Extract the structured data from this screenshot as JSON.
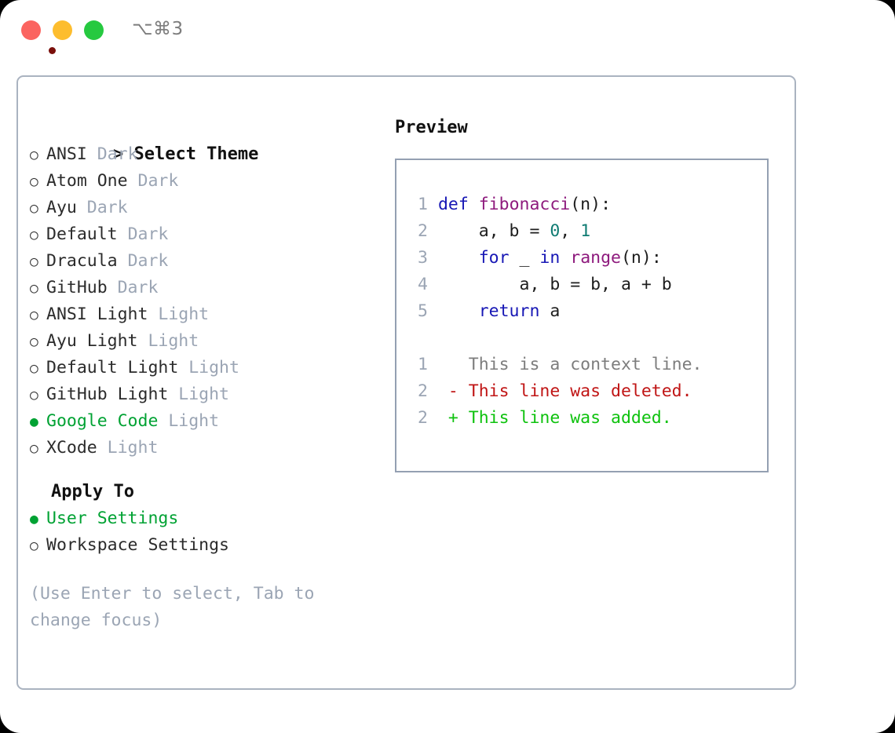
{
  "window": {
    "shortcut_label": "⌥⌘3",
    "traffic_lights": [
      "close-red",
      "minimize-yellow",
      "maximize-green"
    ],
    "recording_indicator": true
  },
  "colors": {
    "accent_green": "#00a233",
    "badge_grey": "#9ba5b4",
    "border_grey": "#aab3c0",
    "panel_border": "#94a0b2",
    "diff_added": "#0ec20e",
    "diff_deleted": "#c01515",
    "diff_context": "#7d7d7d"
  },
  "theme_picker": {
    "header_caret": ">",
    "header_label": "Select Theme",
    "bullet_off": "○",
    "bullet_on": "●",
    "items": [
      {
        "name": "ANSI",
        "badge": "Dark",
        "selected": false
      },
      {
        "name": "Atom One",
        "badge": "Dark",
        "selected": false
      },
      {
        "name": "Ayu",
        "badge": "Dark",
        "selected": false
      },
      {
        "name": "Default",
        "badge": "Dark",
        "selected": false
      },
      {
        "name": "Dracula",
        "badge": "Dark",
        "selected": false
      },
      {
        "name": "GitHub",
        "badge": "Dark",
        "selected": false
      },
      {
        "name": "ANSI Light",
        "badge": "Light",
        "selected": false
      },
      {
        "name": "Ayu Light",
        "badge": "Light",
        "selected": false
      },
      {
        "name": "Default Light",
        "badge": "Light",
        "selected": false
      },
      {
        "name": "GitHub Light",
        "badge": "Light",
        "selected": false
      },
      {
        "name": "Google Code",
        "badge": "Light",
        "selected": true
      },
      {
        "name": "XCode",
        "badge": "Light",
        "selected": false
      }
    ]
  },
  "apply_to": {
    "header_label": "Apply To",
    "items": [
      {
        "name": "User Settings",
        "selected": true
      },
      {
        "name": "Workspace Settings",
        "selected": false
      }
    ]
  },
  "hint": {
    "line1": "(Use Enter to select, Tab to",
    "line2": "change focus)"
  },
  "preview": {
    "header_label": "Preview",
    "code_lines": [
      {
        "number": "1",
        "tokens": [
          {
            "t": "def ",
            "c": "kw"
          },
          {
            "t": "fibonacci",
            "c": "fn"
          },
          {
            "t": "(n):",
            "c": "pun"
          }
        ]
      },
      {
        "number": "2",
        "tokens": [
          {
            "t": "    a, b = ",
            "c": "var"
          },
          {
            "t": "0",
            "c": "num"
          },
          {
            "t": ", ",
            "c": "var"
          },
          {
            "t": "1",
            "c": "num"
          }
        ]
      },
      {
        "number": "3",
        "tokens": [
          {
            "t": "    for ",
            "c": "kw"
          },
          {
            "t": "_ ",
            "c": "var"
          },
          {
            "t": "in ",
            "c": "kw"
          },
          {
            "t": "range",
            "c": "fn"
          },
          {
            "t": "(n):",
            "c": "pun"
          }
        ]
      },
      {
        "number": "4",
        "tokens": [
          {
            "t": "        a, b = b, a + b",
            "c": "var"
          }
        ]
      },
      {
        "number": "5",
        "tokens": [
          {
            "t": "    return ",
            "c": "kw"
          },
          {
            "t": "a",
            "c": "var"
          }
        ]
      }
    ],
    "diff_lines": [
      {
        "number": "1",
        "marker": " ",
        "text": " This is a context line.",
        "kind": "d-ctx"
      },
      {
        "number": "2",
        "marker": "-",
        "text": " This line was deleted.",
        "kind": "d-del"
      },
      {
        "number": "2",
        "marker": "+",
        "text": " This line was added.",
        "kind": "d-add"
      }
    ]
  }
}
